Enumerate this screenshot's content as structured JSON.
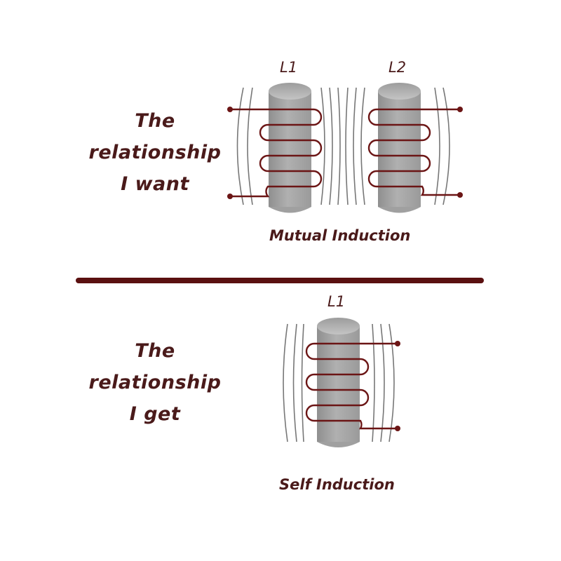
{
  "top": {
    "caption_lines": [
      "The",
      "relationship",
      "I want"
    ],
    "coil_labels": [
      "L1",
      "L2"
    ],
    "diagram_label": "Mutual Induction"
  },
  "bottom": {
    "caption_lines": [
      "The",
      "relationship",
      "I get"
    ],
    "coil_labels": [
      "L1"
    ],
    "diagram_label": "Self Induction"
  },
  "colors": {
    "wire": "#6b1515",
    "text": "#4a1a1a",
    "divider": "#5a1010",
    "core": "#a6a6a6",
    "field_line": "#777777"
  }
}
